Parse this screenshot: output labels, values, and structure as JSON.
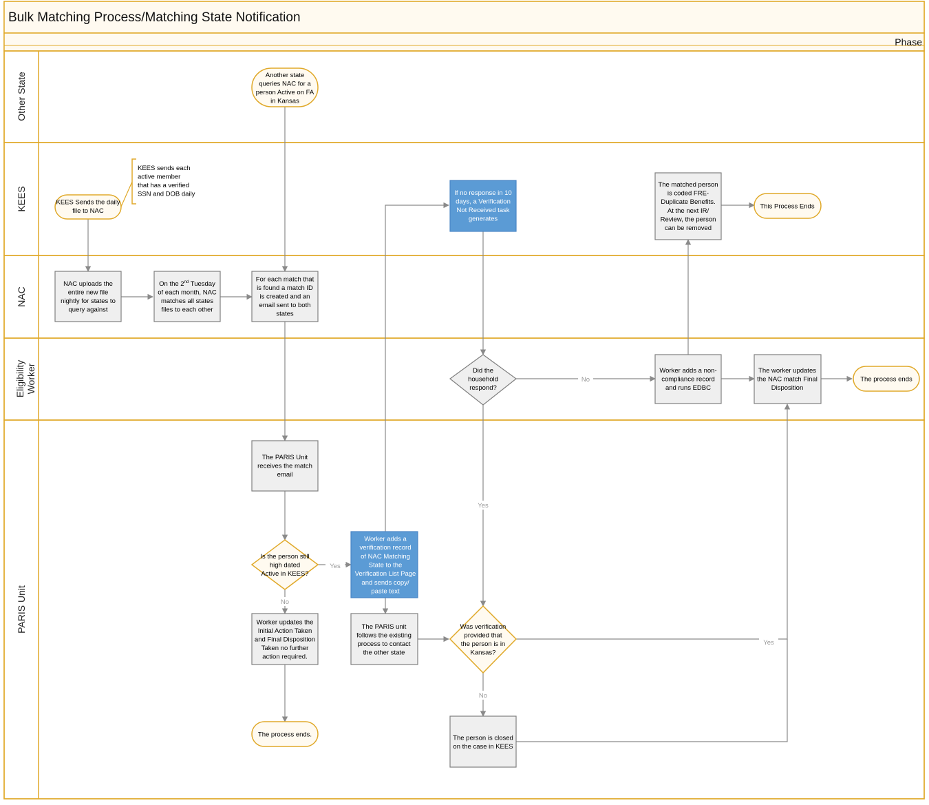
{
  "diagram": {
    "title": "Bulk Matching Process/Matching State Notification",
    "phase_label": "Phase",
    "colors": {
      "lane_border": "#e0a92a",
      "header_fill": "#fffaf0",
      "process_fill": "#efefef",
      "process_stroke": "#7f7f7f",
      "highlight_fill": "#5b9bd5",
      "highlight_stroke": "#4a86c5",
      "terminal_fill": "#fffaf0",
      "terminal_stroke": "#e0a92a",
      "arrow": "#8a8a8a"
    },
    "lanes": [
      {
        "id": "other-state",
        "label": "Other State"
      },
      {
        "id": "kees",
        "label": "KEES"
      },
      {
        "id": "nac",
        "label": "NAC"
      },
      {
        "id": "eligibility-worker",
        "label": "Eligibility Worker"
      },
      {
        "id": "paris-unit",
        "label": "PARIS Unit"
      }
    ],
    "nodes": {
      "other_state_query": {
        "lines": [
          "Another state",
          "queries NAC for a",
          "person Active on FA",
          "in Kansas"
        ]
      },
      "kees_note": {
        "lines": [
          "KEES sends each",
          "active member",
          "that has a verified",
          "SSN and DOB daily"
        ]
      },
      "kees_sends": {
        "lines": [
          "KEES Sends the daily",
          "file to NAC"
        ]
      },
      "no_response": {
        "lines": [
          "If no response in 10",
          "days, a Verification",
          "Not Received task",
          "generates"
        ]
      },
      "matched_person": {
        "lines": [
          "The matched person",
          "is coded FRE-",
          "Duplicate Benefits.",
          "At the next IR/",
          "Review, the person",
          "can be removed"
        ]
      },
      "this_process_ends": {
        "lines": [
          "This Process Ends"
        ]
      },
      "nac_uploads": {
        "lines": [
          "NAC uploads the",
          "entire new file",
          "nightly for states to",
          "query against"
        ]
      },
      "second_tuesday": {
        "lines": [
          "On the 2nd Tuesday",
          "of each month, NAC",
          "matches all states",
          "files to each other"
        ]
      },
      "match_id": {
        "lines": [
          "For each match that",
          "is found a match ID",
          "is created and an",
          "email sent to both",
          "states"
        ]
      },
      "household_respond": {
        "lines": [
          "Did the",
          "household",
          "respond?"
        ]
      },
      "noncompliance": {
        "lines": [
          "Worker adds a non-",
          "compliance record",
          "and runs EDBC"
        ]
      },
      "worker_updates_final": {
        "lines": [
          "The worker updates",
          "the NAC match Final",
          "Disposition"
        ]
      },
      "process_ends_ew": {
        "lines": [
          "The process ends"
        ]
      },
      "paris_receives": {
        "lines": [
          "The PARIS Unit",
          "receives the match",
          "email"
        ]
      },
      "high_dated": {
        "lines": [
          "Is the person still",
          "high dated",
          "Active in KEES?"
        ]
      },
      "verification_record": {
        "lines": [
          "Worker adds a",
          "verification record",
          "of NAC Matching",
          "State to the",
          "Verification List Page",
          "and sends copy/",
          "paste text"
        ]
      },
      "worker_updates_initial": {
        "lines": [
          "Worker updates the",
          "Initial Action Taken",
          "and Final Disposition",
          "Taken no further",
          "action required."
        ]
      },
      "paris_follows": {
        "lines": [
          "The PARIS unit",
          "follows the existing",
          "process to contact",
          "the other state"
        ]
      },
      "verification_provided": {
        "lines": [
          "Was verification",
          "provided that",
          "the person is in",
          "Kansas?"
        ]
      },
      "process_ends_paris": {
        "lines": [
          "The process ends."
        ]
      },
      "person_closed": {
        "lines": [
          "The person is closed",
          "on the case in KEES"
        ]
      }
    },
    "edge_labels": {
      "no_household": "No",
      "yes_household": "Yes",
      "yes_high_dated": "Yes",
      "no_high_dated": "No",
      "yes_verification": "Yes",
      "no_verification": "No"
    }
  }
}
